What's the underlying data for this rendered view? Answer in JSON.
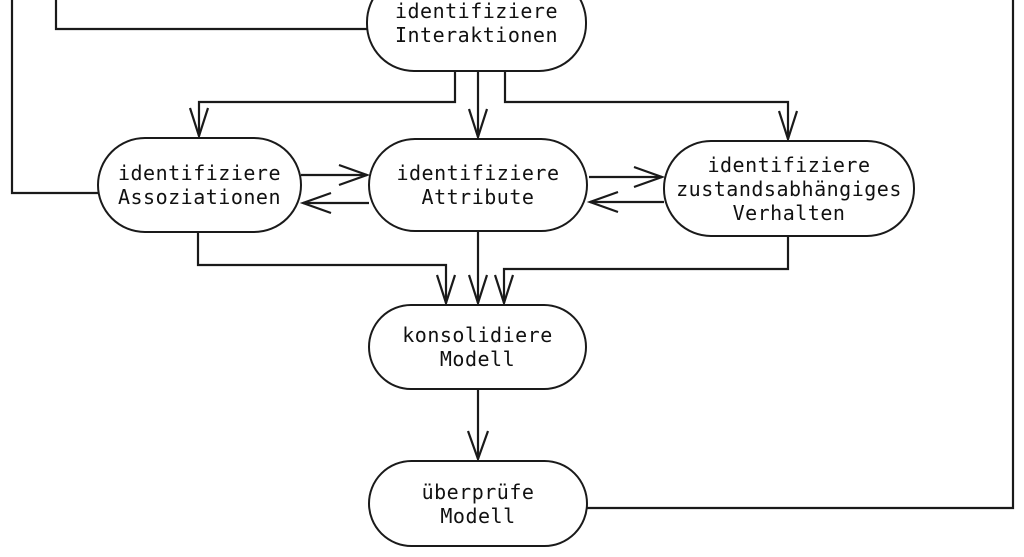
{
  "diagram": {
    "kind": "flowchart",
    "language": "de",
    "nodes": [
      {
        "id": "interaktionen",
        "label": "identifiziere\nInteraktionen"
      },
      {
        "id": "assoziationen",
        "label": "identifiziere\nAssoziationen"
      },
      {
        "id": "attribute",
        "label": "identifiziere\nAttribute"
      },
      {
        "id": "verhalten",
        "label": "identifiziere\nzustandsabhängiges\nVerhalten"
      },
      {
        "id": "konsolidiere",
        "label": "konsolidiere\nModell"
      },
      {
        "id": "ueberpruefe",
        "label": "überprüfe\nModell"
      }
    ],
    "edges": [
      {
        "from": "offscreen-top",
        "to": "interaktionen",
        "arrow": false
      },
      {
        "from": "offscreen-top",
        "to": "assoziationen",
        "arrow": false
      },
      {
        "from": "interaktionen",
        "to": "assoziationen",
        "arrow": true
      },
      {
        "from": "interaktionen",
        "to": "attribute",
        "arrow": true
      },
      {
        "from": "interaktionen",
        "to": "verhalten",
        "arrow": true
      },
      {
        "from": "assoziationen",
        "to": "attribute",
        "arrow": true
      },
      {
        "from": "attribute",
        "to": "assoziationen",
        "arrow": true
      },
      {
        "from": "attribute",
        "to": "verhalten",
        "arrow": true
      },
      {
        "from": "verhalten",
        "to": "attribute",
        "arrow": true
      },
      {
        "from": "assoziationen",
        "to": "konsolidiere",
        "arrow": true
      },
      {
        "from": "attribute",
        "to": "konsolidiere",
        "arrow": true
      },
      {
        "from": "verhalten",
        "to": "konsolidiere",
        "arrow": true
      },
      {
        "from": "konsolidiere",
        "to": "ueberpruefe",
        "arrow": true
      },
      {
        "from": "ueberpruefe",
        "to": "offscreen-top",
        "arrow": false
      }
    ],
    "colors": {
      "line": "#1a1a1a",
      "node_fill": "#ffffff",
      "background": "#ffffff"
    }
  }
}
